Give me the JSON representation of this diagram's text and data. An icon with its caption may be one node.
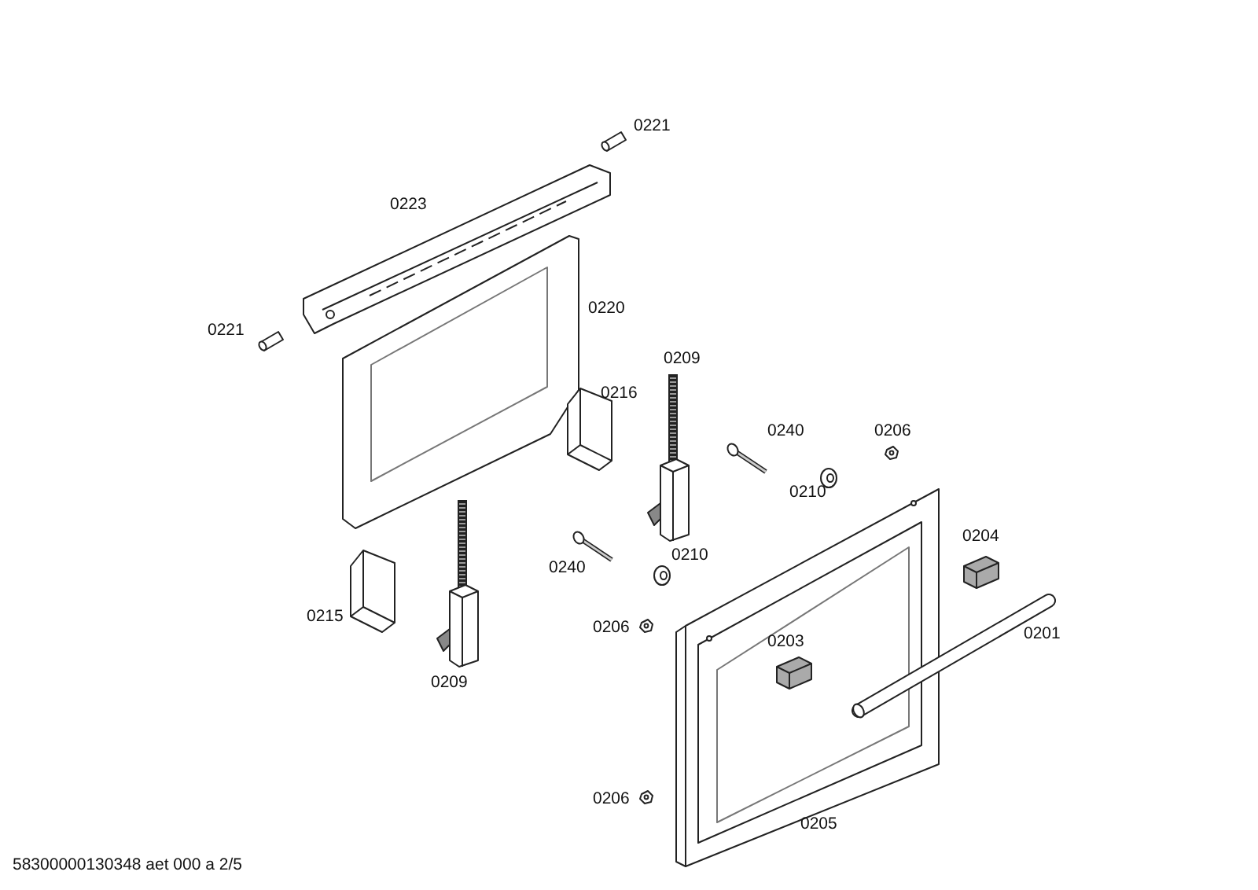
{
  "diagram": {
    "labels": [
      "0221",
      "0223",
      "0221",
      "0220",
      "0209",
      "0216",
      "0240",
      "0206",
      "0210",
      "0204",
      "0240",
      "0210",
      "0215",
      "0206",
      "0201",
      "0203",
      "0209",
      "0206",
      "0205",
      "58300000130348 aet 000 a 2/5"
    ]
  }
}
